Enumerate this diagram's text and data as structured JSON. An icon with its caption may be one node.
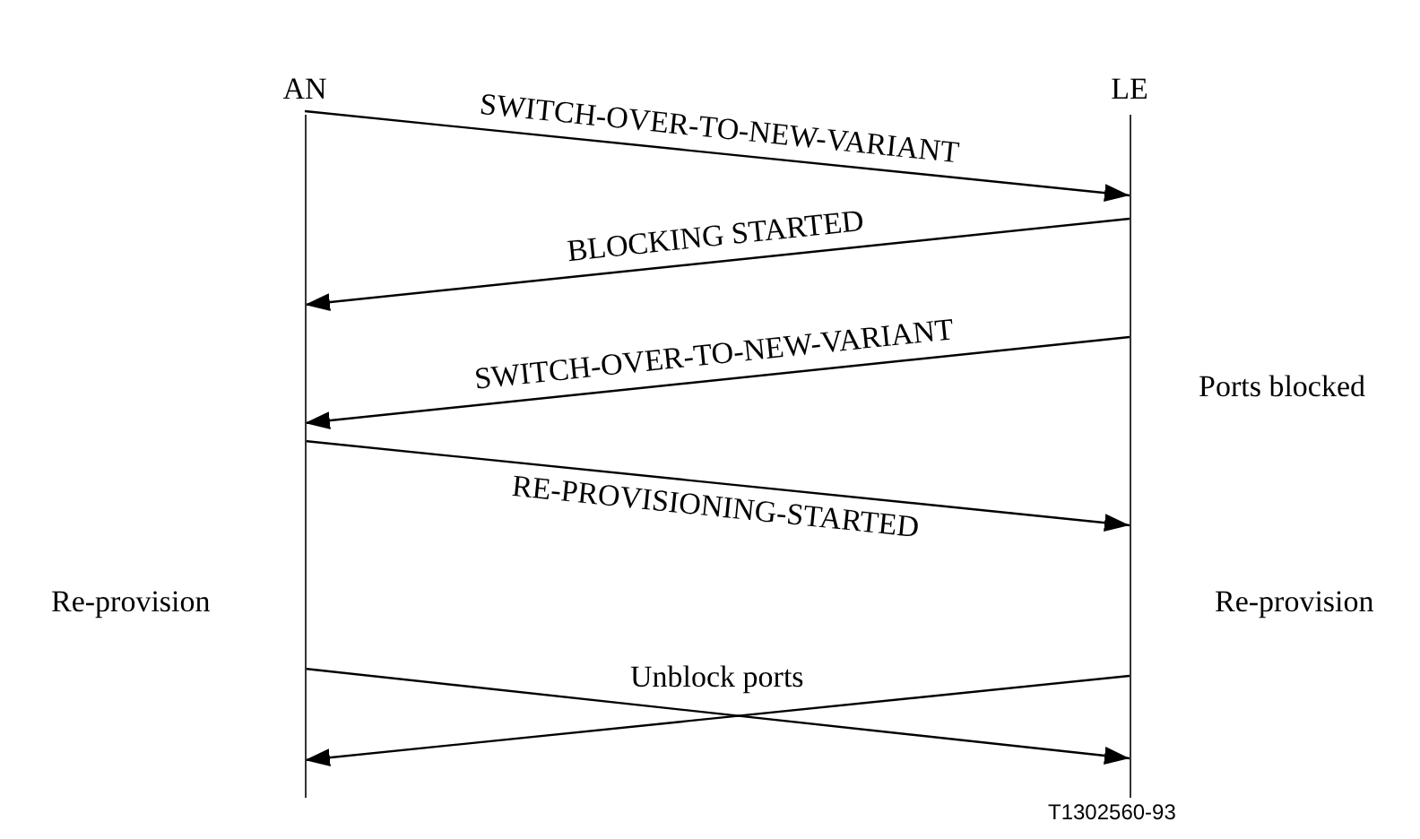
{
  "diagram": {
    "nodes": [
      {
        "text": [
          "AN"
        ]
      },
      {
        "text": [
          "LE"
        ]
      }
    ],
    "edges": [
      {
        "from": 0,
        "to": 1,
        "arrow": "to",
        "label": "SWITCH-OVER-TO-NEW-VARIANT"
      },
      {
        "from": 1,
        "to": 0,
        "arrow": "to",
        "label": "BLOCKING STARTED"
      },
      {
        "from": 1,
        "to": 0,
        "arrow": "to",
        "label": "SWITCH-OVER-TO-NEW-VARIANT"
      },
      {
        "from": 0,
        "to": 1,
        "arrow": "to",
        "label": "RE-PROVISIONING-STARTED"
      },
      {
        "from": 0,
        "to": 1,
        "arrow": "to",
        "label": "Unblock ports"
      },
      {
        "from": 1,
        "to": 0,
        "arrow": "to"
      }
    ],
    "labels": [
      "Ports blocked",
      "Re-provision",
      "Re-provision",
      "T1302560-93"
    ]
  }
}
